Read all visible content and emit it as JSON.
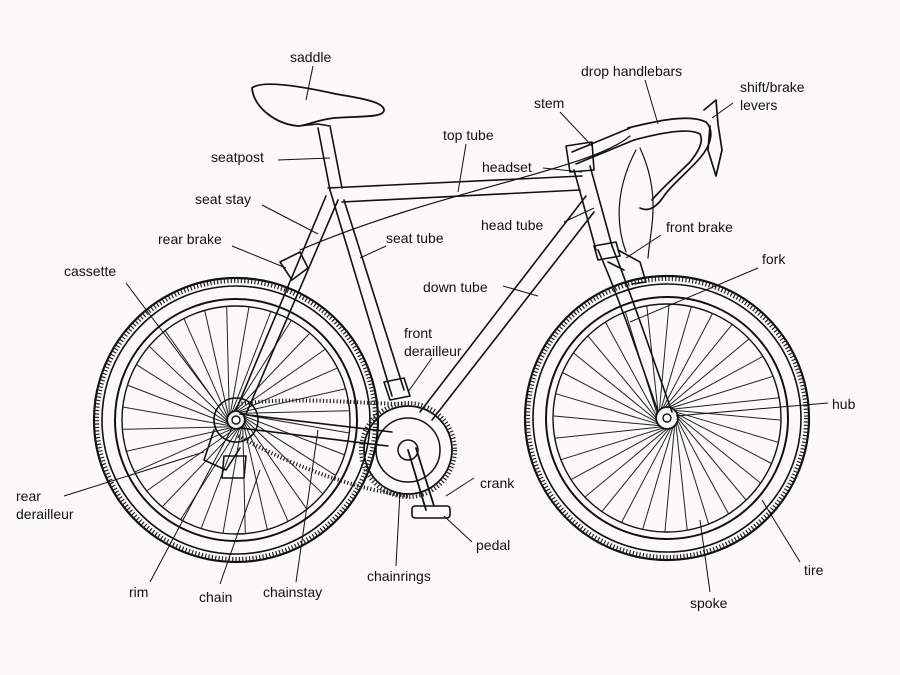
{
  "labels": {
    "saddle": "saddle",
    "drop_handlebars": "drop handlebars",
    "shift_brake_1": "shift/brake",
    "shift_brake_2": "levers",
    "stem": "stem",
    "top_tube": "top tube",
    "seatpost": "seatpost",
    "headset": "headset",
    "seat_stay": "seat stay",
    "head_tube": "head tube",
    "front_brake": "front brake",
    "rear_brake": "rear brake",
    "seat_tube": "seat tube",
    "fork": "fork",
    "cassette": "cassette",
    "down_tube": "down tube",
    "front_derailleur_1": "front",
    "front_derailleur_2": "derailleur",
    "hub": "hub",
    "crank": "crank",
    "rear_derailleur_1": "rear",
    "rear_derailleur_2": "derailleur",
    "pedal": "pedal",
    "chainrings": "chainrings",
    "tire": "tire",
    "rim": "rim",
    "chain": "chain",
    "chainstay": "chainstay",
    "spoke": "spoke"
  }
}
